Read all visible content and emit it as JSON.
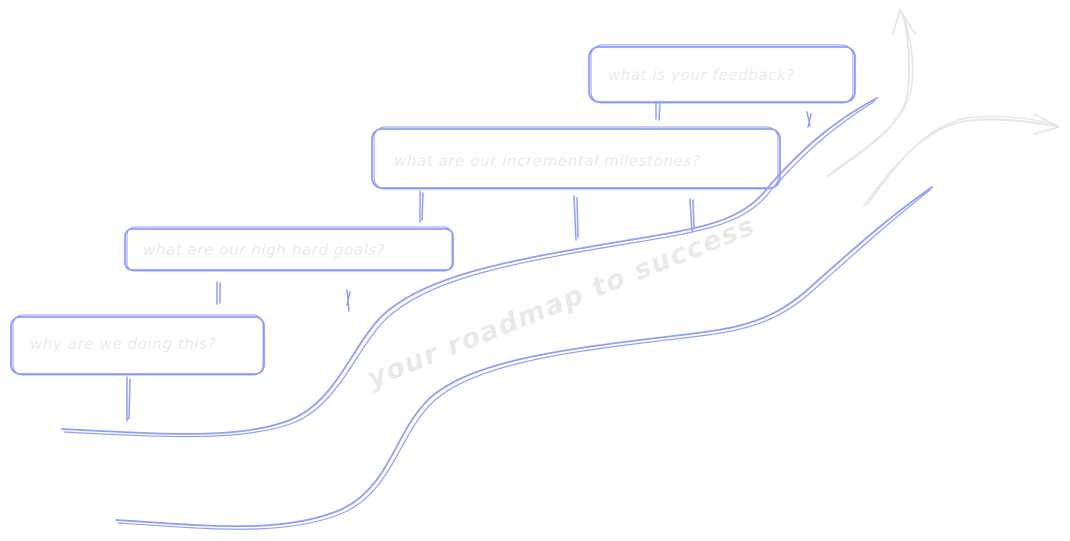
{
  "diagram": {
    "road_label": "your roadmap to success",
    "steps": [
      {
        "label": "why are we doing this?"
      },
      {
        "label": "what are our high hard goals?"
      },
      {
        "label": "what are our incremental milestones?"
      },
      {
        "label": "what is your feedback?"
      }
    ]
  },
  "colors": {
    "sketch_stroke": "#8f9ff7",
    "label_text": "#e9e9ec",
    "arrow_stroke": "#e6e6e6",
    "background": "#ffffff"
  }
}
